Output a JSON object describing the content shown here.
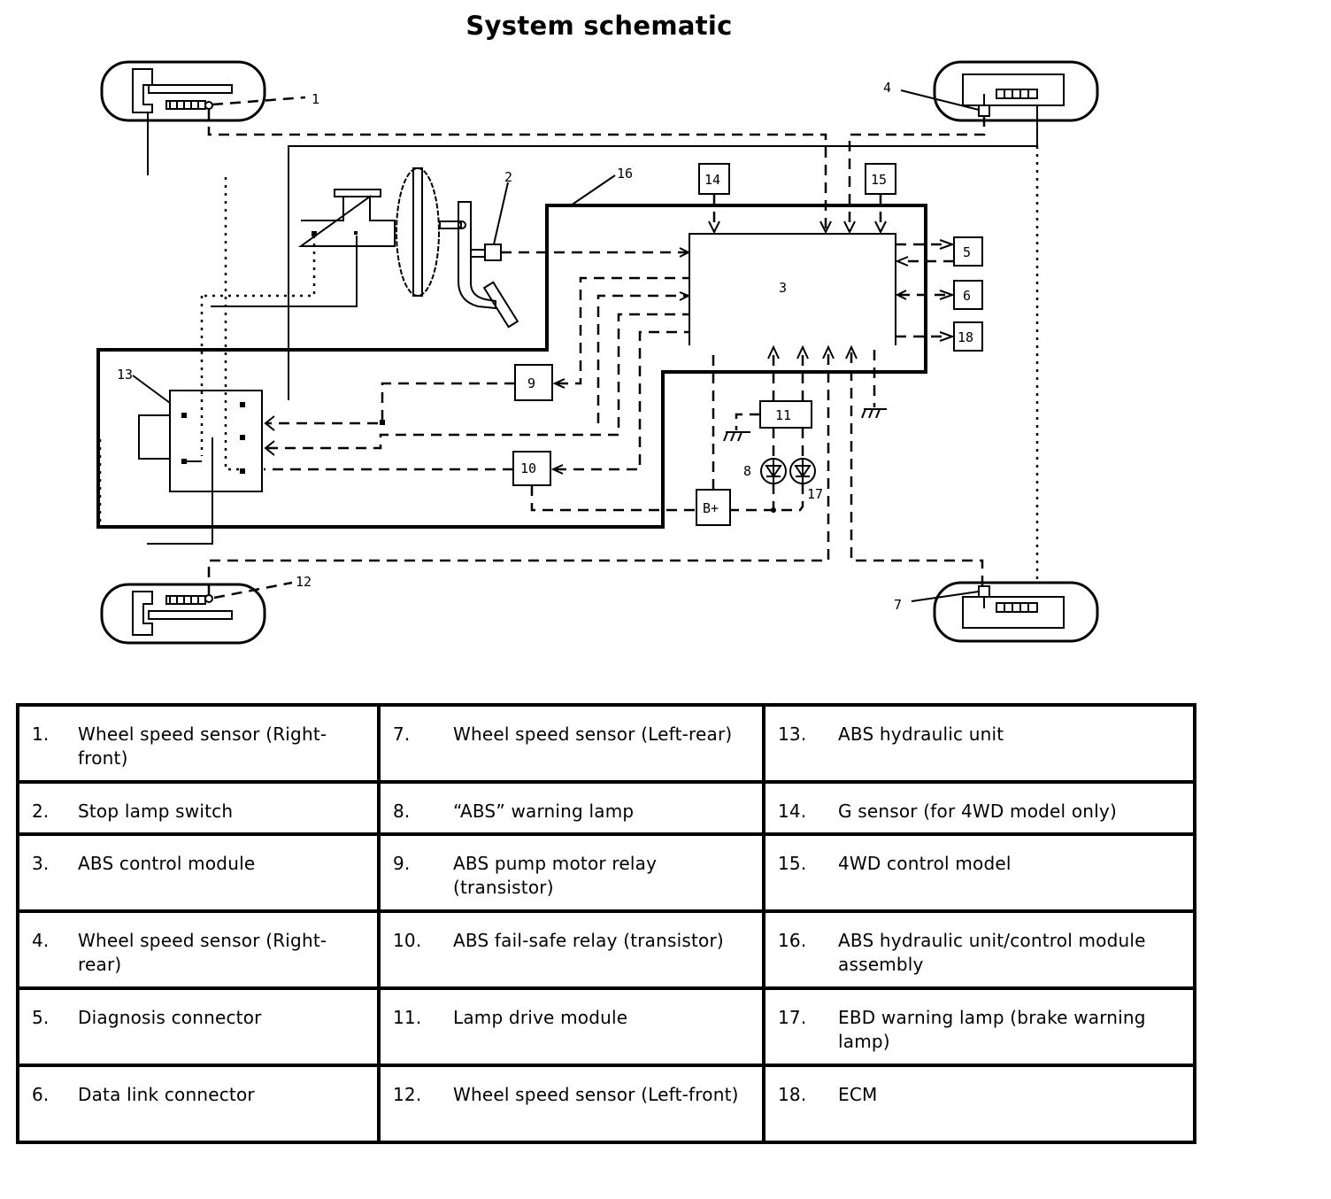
{
  "title": "System schematic",
  "diagram": {
    "callouts": {
      "c1": "1",
      "c2": "2",
      "c3": "3",
      "c4": "4",
      "c5": "5",
      "c6": "6",
      "c7": "7",
      "c8": "8",
      "c9": "9",
      "c10": "10",
      "c11": "11",
      "c12": "12",
      "c13": "13",
      "c14": "14",
      "c15": "15",
      "c16": "16",
      "c17": "17",
      "c18": "18",
      "bplus": "B+"
    }
  },
  "legend": {
    "columns": [
      [
        {
          "num": "1.",
          "text": "Wheel speed sensor (Right-front)"
        },
        {
          "num": "2.",
          "text": "Stop lamp switch"
        },
        {
          "num": "3.",
          "text": "ABS control module"
        },
        {
          "num": "4.",
          "text": "Wheel speed sensor (Right-rear)"
        },
        {
          "num": "5.",
          "text": "Diagnosis connector"
        },
        {
          "num": "6.",
          "text": "Data link connector"
        }
      ],
      [
        {
          "num": "7.",
          "text": "Wheel speed sensor (Left-rear)"
        },
        {
          "num": "8.",
          "text": "“ABS” warning lamp"
        },
        {
          "num": "9.",
          "text": "ABS pump motor relay (transistor)"
        },
        {
          "num": "10.",
          "text": "ABS fail-safe relay (transistor)"
        },
        {
          "num": "11.",
          "text": "Lamp drive module"
        },
        {
          "num": "12.",
          "text": "Wheel speed sensor (Left-front)"
        }
      ],
      [
        {
          "num": "13.",
          "text": "ABS hydraulic unit"
        },
        {
          "num": "14.",
          "text": "G sensor (for 4WD model only)"
        },
        {
          "num": "15.",
          "text": "4WD control model"
        },
        {
          "num": "16.",
          "text": "ABS hydraulic unit/control module assembly"
        },
        {
          "num": "17.",
          "text": "EBD warning lamp (brake warning lamp)"
        },
        {
          "num": "18.",
          "text": "ECM"
        }
      ]
    ]
  }
}
